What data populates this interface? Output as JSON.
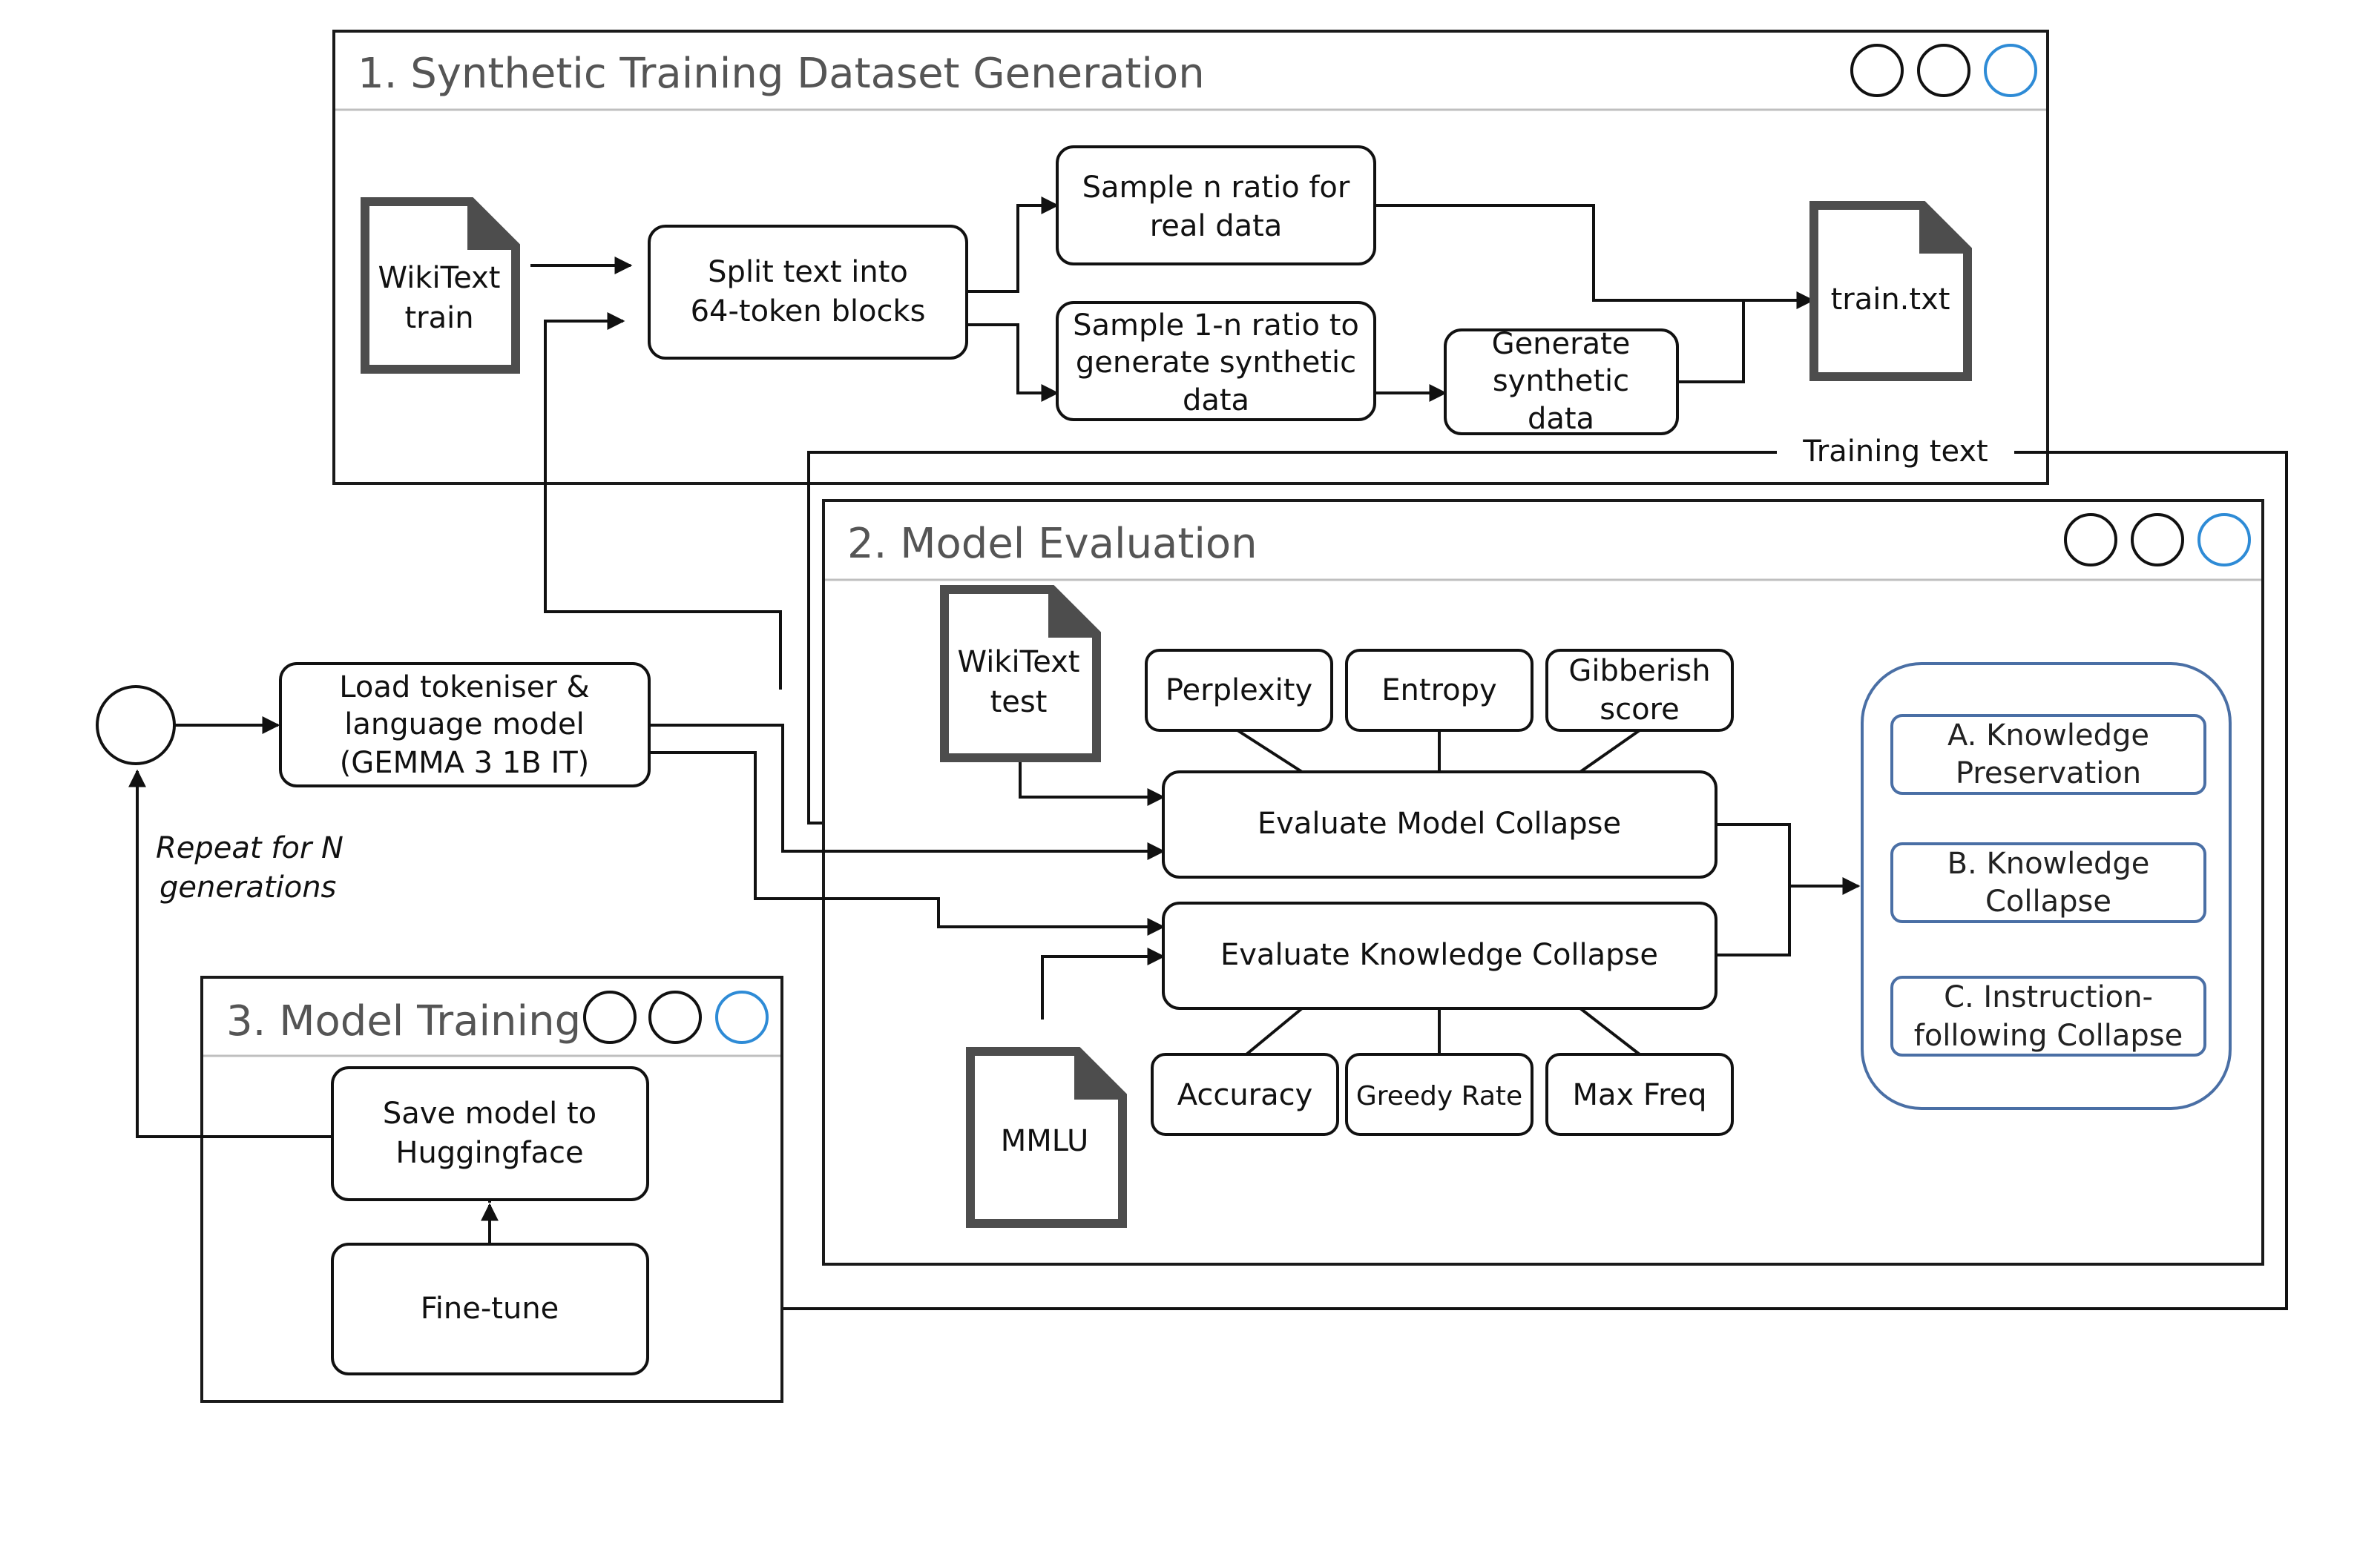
{
  "panels": {
    "generation": {
      "title": "1. Synthetic Training Dataset Generation"
    },
    "evaluation": {
      "title": "2. Model Evaluation"
    },
    "training": {
      "title": "3. Model Training"
    }
  },
  "documents": {
    "wikitext_train": {
      "lines": [
        "WikiText",
        "train"
      ]
    },
    "train_txt": {
      "lines": [
        "train.txt"
      ]
    },
    "wikitext_test": {
      "lines": [
        "WikiText",
        "test"
      ]
    },
    "mmlu": {
      "lines": [
        "MMLU"
      ]
    }
  },
  "boxes": {
    "split_text": {
      "lines": [
        "Split text into",
        "64-token blocks"
      ]
    },
    "sample_real": {
      "lines": [
        "Sample n ratio for",
        "real data"
      ]
    },
    "sample_synthetic": {
      "lines": [
        "Sample 1-n ratio to",
        "generate synthetic",
        "data"
      ]
    },
    "generate_synthetic": {
      "lines": [
        "Generate",
        "synthetic",
        "data"
      ]
    },
    "load_model": {
      "lines": [
        "Load tokeniser &",
        "language model",
        "(GEMMA 3 1B IT)"
      ]
    },
    "perplexity": {
      "lines": [
        "Perplexity"
      ]
    },
    "entropy": {
      "lines": [
        "Entropy"
      ]
    },
    "gibberish": {
      "lines": [
        "Gibberish",
        "score"
      ]
    },
    "eval_model_collapse": {
      "lines": [
        "Evaluate Model Collapse"
      ]
    },
    "eval_knowledge_collapse": {
      "lines": [
        "Evaluate Knowledge Collapse"
      ]
    },
    "accuracy": {
      "lines": [
        "Accuracy"
      ]
    },
    "greedy_rate": {
      "lines": [
        "Greedy Rate"
      ]
    },
    "max_freq": {
      "lines": [
        "Max Freq"
      ]
    },
    "save_model": {
      "lines": [
        "Save model to",
        "Huggingface"
      ]
    },
    "fine_tune": {
      "lines": [
        "Fine-tune"
      ]
    }
  },
  "outcomes": [
    {
      "lines": [
        "A. Knowledge",
        "Preservation"
      ]
    },
    {
      "lines": [
        "B. Knowledge",
        "Collapse"
      ]
    },
    {
      "lines": [
        "C. Instruction-",
        "following Collapse"
      ]
    }
  ],
  "labels": {
    "training_text": "Training text",
    "repeat": [
      "Repeat for N",
      "generations"
    ]
  },
  "colors": {
    "window_dot_accent": "#2e8bd6",
    "outcome_border": "#4a6fa5",
    "document_gray": "#4d4d4d"
  }
}
